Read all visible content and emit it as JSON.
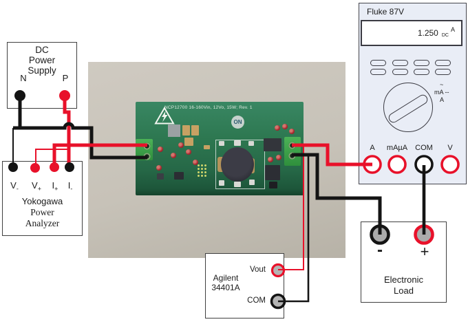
{
  "colors": {
    "wire_red": "#e8112a",
    "wire_black": "#141414",
    "fluke_body": "#e9edf6",
    "photo_background": "#c8c3b9",
    "pcb_green": "#2d7750",
    "terminal_block_green": "#3aa24a",
    "terminal_gray_fill": "#ababab"
  },
  "icons": {
    "hazard": "high-voltage-warning-triangle",
    "on_logo": "on-semiconductor-circle-logo",
    "dial": "rotary-dial-knob"
  },
  "dc_supply": {
    "name_lines": [
      "DC",
      "Power",
      "Supply"
    ],
    "terminals": [
      {
        "label": "N"
      },
      {
        "label": "P"
      }
    ]
  },
  "analyzer": {
    "terminals": [
      {
        "base": "V",
        "sign": "-"
      },
      {
        "base": "V",
        "sign": "+"
      },
      {
        "base": "I",
        "sign": "+"
      },
      {
        "base": "I",
        "sign": "-"
      }
    ],
    "name_lines": [
      "Yokogawa",
      "Power",
      "Analyzer"
    ]
  },
  "fluke": {
    "title": "Fluke 87V",
    "display": {
      "value": "1.250",
      "mode": "DC",
      "unit": "A"
    },
    "dial_labels": [
      "~",
      "mA --",
      "A"
    ],
    "terminals": [
      {
        "label": "A"
      },
      {
        "label": "mAµA"
      },
      {
        "label": "COM"
      },
      {
        "label": "V"
      }
    ]
  },
  "board": {
    "silkscreen": "NCP12700 16-160Vin, 12Vo, 15W; Rev. 1",
    "logo": "ON"
  },
  "dmm": {
    "name_lines": [
      "Agilent",
      "34401A"
    ],
    "terminals": [
      {
        "label": "Vout"
      },
      {
        "label": "COM"
      }
    ]
  },
  "load": {
    "name_lines": [
      "Electronic",
      "Load"
    ],
    "terminals": [
      {
        "label": "-"
      },
      {
        "label": "+"
      }
    ]
  }
}
